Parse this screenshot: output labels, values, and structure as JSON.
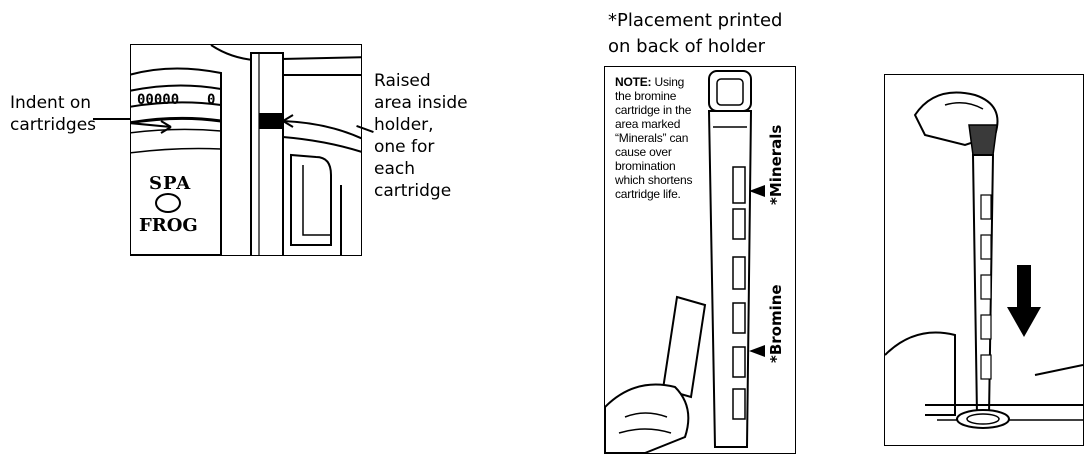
{
  "figure1": {
    "left_label_line1": "Indent on",
    "left_label_line2": "cartridges",
    "right_label_lines": [
      "Raised",
      "area inside",
      "holder,",
      "one for",
      "each",
      "cartridge"
    ],
    "logo_line1": "SPA",
    "logo_line2": "FROG"
  },
  "figure2": {
    "heading_line1": "*Placement printed",
    "heading_line2": "on back of holder",
    "note_lead": "NOTE:",
    "note_lines": [
      " Using",
      "the bromine",
      "cartridge in the",
      "area marked",
      "“Minerals” can",
      "cause over",
      "bromination",
      "which shortens",
      "cartridge life."
    ],
    "marker_minerals": "*Minerals",
    "marker_bromine": "*Bromine"
  },
  "colors": {
    "ink": "#000000",
    "paper": "#ffffff",
    "shade": "#3a3a3a"
  },
  "icons": {
    "arrow": "down-arrow-icon"
  }
}
